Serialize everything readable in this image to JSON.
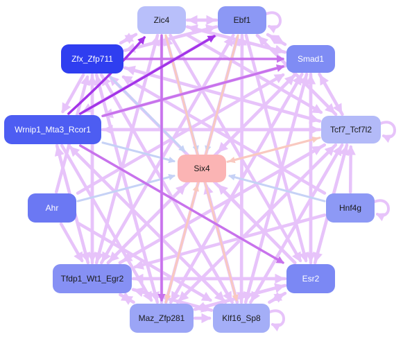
{
  "colors": {
    "edge_default": "#e7c3fa",
    "edge_blue": "#c6d2f6",
    "edge_peach": "#f9c9c0",
    "edge_purple": "#c873ec",
    "edge_violet": "#a334e8"
  },
  "nodes": [
    {
      "id": "zic4",
      "label": "Zic4",
      "fill": "#b8bffa",
      "text": "#1a1a1a"
    },
    {
      "id": "ebf1",
      "label": "Ebf1",
      "fill": "#8c98f5",
      "text": "#1a1a1a"
    },
    {
      "id": "zfx",
      "label": "Zfx_Zfp711",
      "fill": "#2f3ef0",
      "text": "#ffffff"
    },
    {
      "id": "smad1",
      "label": "Smad1",
      "fill": "#7f8cf4",
      "text": "#ffffff"
    },
    {
      "id": "wrnip1",
      "label": "Wrnip1_Mta3_Rcor1",
      "fill": "#4d5df2",
      "text": "#ffffff"
    },
    {
      "id": "tcf7",
      "label": "Tcf7_Tcf7l2",
      "fill": "#b3baf8",
      "text": "#1a1a1a"
    },
    {
      "id": "six4",
      "label": "Six4",
      "fill": "#fbb4b4",
      "text": "#1a1a1a"
    },
    {
      "id": "ahr",
      "label": "Ahr",
      "fill": "#6b78f3",
      "text": "#ffffff"
    },
    {
      "id": "hnf4g",
      "label": "Hnf4g",
      "fill": "#8d99f5",
      "text": "#1a1a1a"
    },
    {
      "id": "tfdp1",
      "label": "Tfdp1_Wt1_Egr2",
      "fill": "#8690f4",
      "text": "#1a1a1a"
    },
    {
      "id": "esr2",
      "label": "Esr2",
      "fill": "#7b88f4",
      "text": "#ffffff"
    },
    {
      "id": "maz",
      "label": "Maz_Zfp281",
      "fill": "#9ba5f6",
      "text": "#1a1a1a"
    },
    {
      "id": "klf16",
      "label": "Klf16_Sp8",
      "fill": "#a4aef7",
      "text": "#1a1a1a"
    }
  ],
  "edges": [
    {
      "from": "zic4",
      "to": "six4",
      "style": "blue"
    },
    {
      "from": "ebf1",
      "to": "six4",
      "style": "blue"
    },
    {
      "from": "zfx",
      "to": "six4",
      "style": "blue"
    },
    {
      "from": "smad1",
      "to": "six4",
      "style": "default"
    },
    {
      "from": "wrnip1",
      "to": "six4",
      "style": "blue"
    },
    {
      "from": "tcf7",
      "to": "six4",
      "style": "peach"
    },
    {
      "from": "ahr",
      "to": "six4",
      "style": "blue"
    },
    {
      "from": "hnf4g",
      "to": "six4",
      "style": "blue"
    },
    {
      "from": "tfdp1",
      "to": "six4",
      "style": "default"
    },
    {
      "from": "esr2",
      "to": "six4",
      "style": "default"
    },
    {
      "from": "maz",
      "to": "six4",
      "style": "peach"
    },
    {
      "from": "klf16",
      "to": "six4",
      "style": "default"
    },
    {
      "from": "six4",
      "to": "tcf7",
      "style": "peach"
    },
    {
      "from": "ebf1",
      "to": "maz",
      "style": "peach"
    },
    {
      "from": "zic4",
      "to": "klf16",
      "style": "peach"
    },
    {
      "from": "wrnip1",
      "to": "ebf1",
      "style": "violet"
    },
    {
      "from": "wrnip1",
      "to": "zic4",
      "style": "violet"
    },
    {
      "from": "zfx",
      "to": "smad1",
      "style": "purple"
    },
    {
      "from": "wrnip1",
      "to": "smad1",
      "style": "purple"
    },
    {
      "from": "wrnip1",
      "to": "esr2",
      "style": "purple"
    },
    {
      "from": "zic4",
      "to": "maz",
      "style": "purple"
    },
    {
      "from": "zic4",
      "to": "tfdp1",
      "style": "default"
    },
    {
      "from": "ebf1",
      "to": "tfdp1",
      "style": "default"
    },
    {
      "from": "ebf1",
      "to": "klf16",
      "style": "default"
    },
    {
      "from": "ebf1",
      "to": "zfx",
      "style": "default"
    },
    {
      "from": "ebf1",
      "to": "wrnip1",
      "style": "default"
    },
    {
      "from": "zic4",
      "to": "smad1",
      "style": "default"
    },
    {
      "from": "zic4",
      "to": "tcf7",
      "style": "default"
    },
    {
      "from": "zic4",
      "to": "zfx",
      "style": "default"
    },
    {
      "from": "zic4",
      "to": "esr2",
      "style": "default"
    },
    {
      "from": "smad1",
      "to": "tfdp1",
      "style": "default"
    },
    {
      "from": "smad1",
      "to": "maz",
      "style": "default"
    },
    {
      "from": "smad1",
      "to": "klf16",
      "style": "default"
    },
    {
      "from": "smad1",
      "to": "wrnip1",
      "style": "default"
    },
    {
      "from": "tcf7",
      "to": "tfdp1",
      "style": "default"
    },
    {
      "from": "tcf7",
      "to": "maz",
      "style": "default"
    },
    {
      "from": "tcf7",
      "to": "klf16",
      "style": "default"
    },
    {
      "from": "tcf7",
      "to": "wrnip1",
      "style": "default"
    },
    {
      "from": "tcf7",
      "to": "zfx",
      "style": "default"
    },
    {
      "from": "tcf7",
      "to": "ebf1",
      "style": "default"
    },
    {
      "from": "tcf7",
      "to": "smad1",
      "style": "default"
    },
    {
      "from": "hnf4g",
      "to": "tcf7",
      "style": "default"
    },
    {
      "from": "hnf4g",
      "to": "tfdp1",
      "style": "default"
    },
    {
      "from": "hnf4g",
      "to": "zfx",
      "style": "default"
    },
    {
      "from": "esr2",
      "to": "tfdp1",
      "style": "default"
    },
    {
      "from": "esr2",
      "to": "smad1",
      "style": "default"
    },
    {
      "from": "esr2",
      "to": "zfx",
      "style": "default"
    },
    {
      "from": "esr2",
      "to": "tcf7",
      "style": "default"
    },
    {
      "from": "esr2",
      "to": "maz",
      "style": "default"
    },
    {
      "from": "klf16",
      "to": "tfdp1",
      "style": "default"
    },
    {
      "from": "klf16",
      "to": "smad1",
      "style": "default"
    },
    {
      "from": "klf16",
      "to": "tcf7",
      "style": "default"
    },
    {
      "from": "klf16",
      "to": "wrnip1",
      "style": "default"
    },
    {
      "from": "klf16",
      "to": "zfx",
      "style": "default"
    },
    {
      "from": "klf16",
      "to": "zic4",
      "style": "default"
    },
    {
      "from": "klf16",
      "to": "ebf1",
      "style": "default"
    },
    {
      "from": "klf16",
      "to": "esr2",
      "style": "default"
    },
    {
      "from": "maz",
      "to": "klf16",
      "style": "default"
    },
    {
      "from": "maz",
      "to": "tfdp1",
      "style": "default"
    },
    {
      "from": "maz",
      "to": "smad1",
      "style": "default"
    },
    {
      "from": "maz",
      "to": "tcf7",
      "style": "default"
    },
    {
      "from": "maz",
      "to": "zic4",
      "style": "default"
    },
    {
      "from": "maz",
      "to": "ebf1",
      "style": "default"
    },
    {
      "from": "maz",
      "to": "zfx",
      "style": "default"
    },
    {
      "from": "maz",
      "to": "esr2",
      "style": "default"
    },
    {
      "from": "tfdp1",
      "to": "esr2",
      "style": "default"
    },
    {
      "from": "tfdp1",
      "to": "klf16",
      "style": "default"
    },
    {
      "from": "tfdp1",
      "to": "maz",
      "style": "default"
    },
    {
      "from": "tfdp1",
      "to": "smad1",
      "style": "default"
    },
    {
      "from": "tfdp1",
      "to": "zic4",
      "style": "default"
    },
    {
      "from": "tfdp1",
      "to": "ebf1",
      "style": "default"
    },
    {
      "from": "tfdp1",
      "to": "tcf7",
      "style": "default"
    },
    {
      "from": "tfdp1",
      "to": "zfx",
      "style": "default"
    },
    {
      "from": "tfdp1",
      "to": "wrnip1",
      "style": "default"
    },
    {
      "from": "ahr",
      "to": "tfdp1",
      "style": "default"
    },
    {
      "from": "ahr",
      "to": "zfx",
      "style": "default"
    },
    {
      "from": "ahr",
      "to": "smad1",
      "style": "default"
    },
    {
      "from": "ahr",
      "to": "klf16",
      "style": "default"
    },
    {
      "from": "wrnip1",
      "to": "tfdp1",
      "style": "default"
    },
    {
      "from": "wrnip1",
      "to": "klf16",
      "style": "default"
    },
    {
      "from": "wrnip1",
      "to": "maz",
      "style": "default"
    },
    {
      "from": "wrnip1",
      "to": "tcf7",
      "style": "default"
    },
    {
      "from": "zfx",
      "to": "tfdp1",
      "style": "default"
    },
    {
      "from": "zfx",
      "to": "klf16",
      "style": "default"
    },
    {
      "from": "zfx",
      "to": "maz",
      "style": "default"
    },
    {
      "from": "zfx",
      "to": "zic4",
      "style": "default"
    },
    {
      "from": "zfx",
      "to": "ebf1",
      "style": "default"
    },
    {
      "from": "zfx",
      "to": "tcf7",
      "style": "default"
    },
    {
      "from": "zfx",
      "to": "wrnip1",
      "style": "default"
    },
    {
      "from": "smad1",
      "to": "zic4",
      "style": "default"
    },
    {
      "from": "smad1",
      "to": "ebf1",
      "style": "default"
    },
    {
      "from": "smad1",
      "to": "tcf7",
      "style": "default"
    },
    {
      "from": "smad1",
      "to": "esr2",
      "style": "default"
    },
    {
      "from": "ebf1",
      "to": "smad1",
      "style": "default"
    },
    {
      "from": "ebf1",
      "to": "tcf7",
      "style": "default"
    },
    {
      "from": "ebf1",
      "to": "esr2",
      "style": "default"
    },
    {
      "from": "ebf1",
      "to": "zic4",
      "style": "default"
    },
    {
      "from": "zic4",
      "to": "ebf1",
      "style": "default"
    },
    {
      "from": "tcf7",
      "to": "esr2",
      "style": "default"
    },
    {
      "from": "esr2",
      "to": "klf16",
      "style": "default"
    }
  ],
  "self_loops": [
    "ebf1",
    "tcf7",
    "hnf4g",
    "klf16"
  ]
}
